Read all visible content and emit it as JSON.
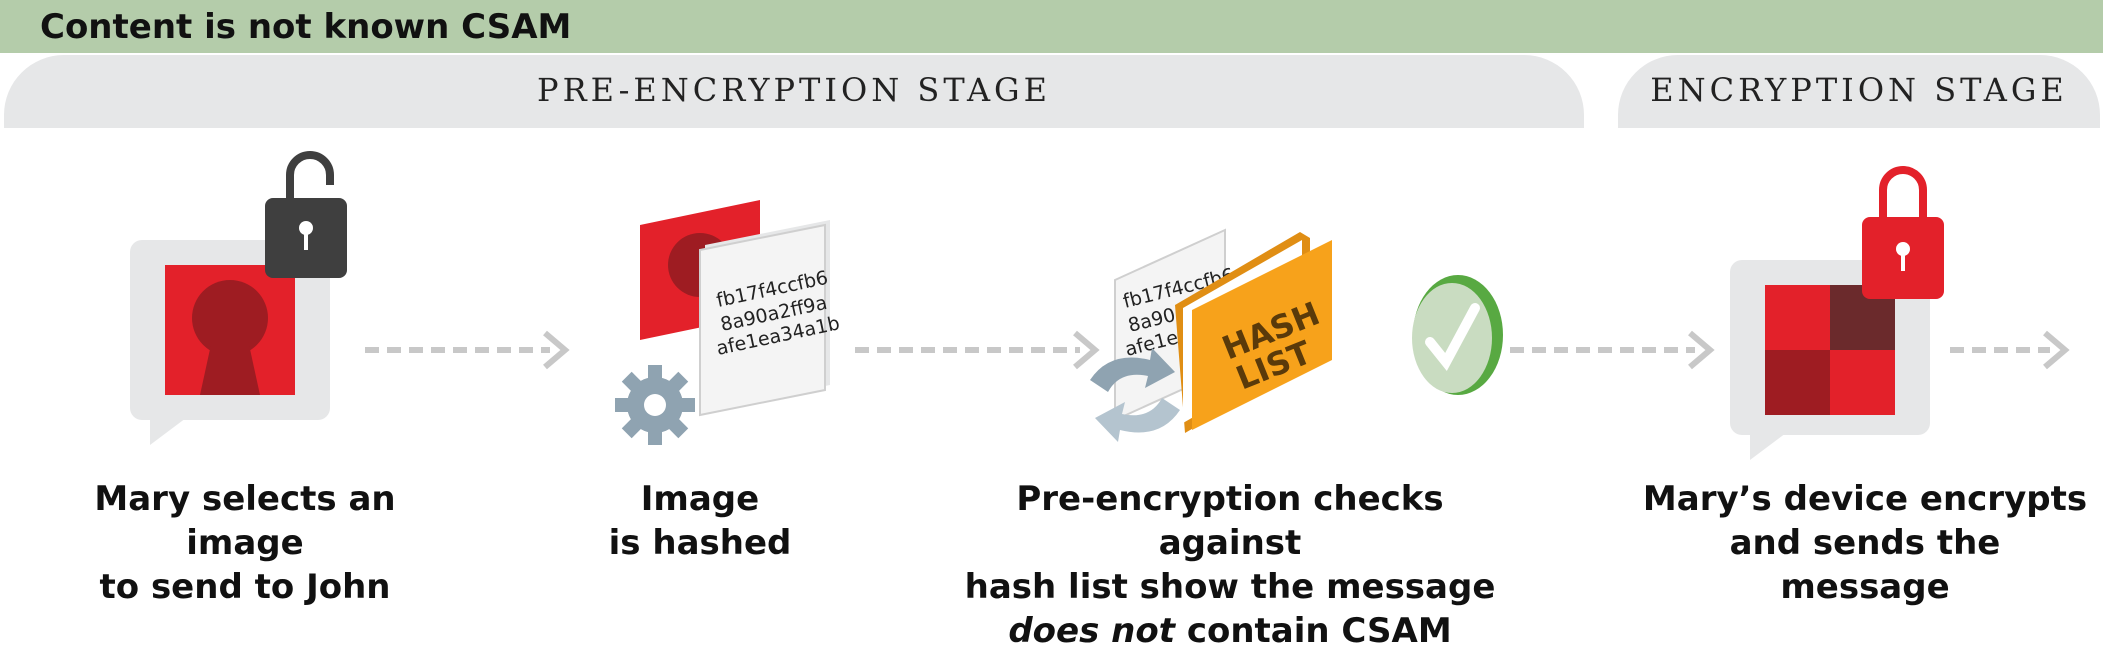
{
  "banner": {
    "title": "Content is not known CSAM"
  },
  "stages": {
    "pre_encryption": "PRE-ENCRYPTION STAGE",
    "encryption": "ENCRYPTION STAGE"
  },
  "steps": [
    {
      "line1": "Mary selects an image",
      "line2": "to send to John"
    },
    {
      "line1": "Image",
      "line2": "is hashed"
    },
    {
      "line1": "Pre-encryption checks against",
      "line2": "hash list show the message",
      "line3_em": "does not",
      "line3_rest": " contain CSAM"
    },
    {
      "line1": "Mary’s device encrypts",
      "line2": "and sends the message"
    }
  ],
  "hash": {
    "line1": "fb17f4ccfb6",
    "line2": "8a90a2ff9a",
    "line3": "afe1ea34a1b"
  },
  "hash_list": {
    "line1": "HASH",
    "line2": "LIST"
  },
  "colors": {
    "banner": "#b4ccaa",
    "stage_bar": "#e6e7e8",
    "red": "#e3212a",
    "dark_red": "#9e1c22",
    "maroon": "#6b2a2c",
    "lock_dark": "#3f3f3f",
    "folder_orange": "#f7a21b",
    "check_green": "#58a942",
    "check_fill": "#c9dcc1",
    "gear": "#8fa3b1",
    "arrow": "#c8c8c8"
  },
  "icons": [
    "unlocked-padlock-icon",
    "image-icon",
    "gear-icon",
    "hash-card-icon",
    "hash-list-folder-icon",
    "refresh-icon",
    "checkmark-icon",
    "locked-padlock-icon",
    "encrypted-image-icon",
    "arrow-icon"
  ]
}
